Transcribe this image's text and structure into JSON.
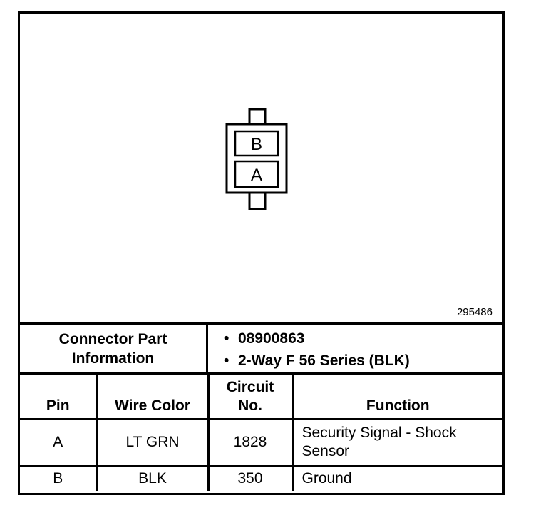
{
  "diagram": {
    "drawing_id": "295486",
    "connector_pins": [
      "B",
      "A"
    ]
  },
  "info": {
    "label_line1": "Connector Part",
    "label_line2": "Information",
    "items": [
      "08900863",
      "2-Way F 56 Series (BLK)"
    ]
  },
  "table": {
    "headers": {
      "pin": "Pin",
      "wire_color": "Wire Color",
      "circuit_line1": "Circuit",
      "circuit_line2": "No.",
      "function": "Function"
    },
    "rows": [
      {
        "pin": "A",
        "wire_color": "LT GRN",
        "circuit": "1828",
        "function_line1": "Security Signal - Shock",
        "function_line2": "Sensor"
      },
      {
        "pin": "B",
        "wire_color": "BLK",
        "circuit": "350",
        "function_line1": "Ground",
        "function_line2": ""
      }
    ]
  }
}
